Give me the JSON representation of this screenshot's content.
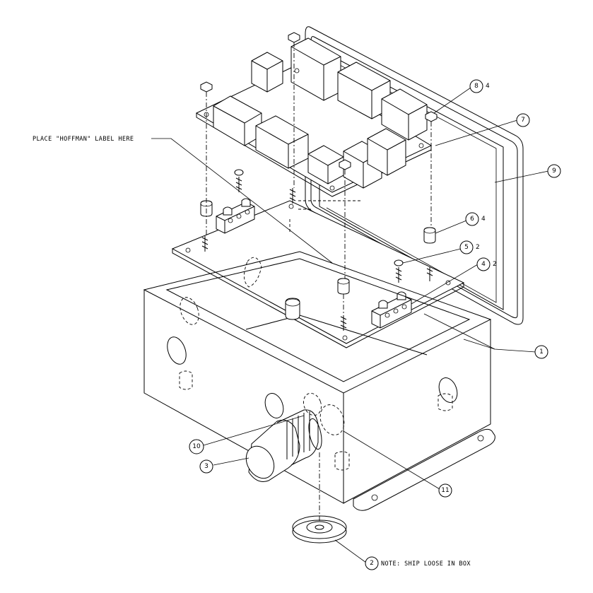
{
  "labels": {
    "hoffman_note": "PLACE \"HOFFMAN\" LABEL HERE",
    "ship_note": "NOTE: SHIP LOOSE IN BOX"
  },
  "callouts": [
    {
      "id": "c8",
      "number": "8",
      "qty": "4"
    },
    {
      "id": "c7",
      "number": "7",
      "qty": ""
    },
    {
      "id": "c9",
      "number": "9",
      "qty": ""
    },
    {
      "id": "c6",
      "number": "6",
      "qty": "4"
    },
    {
      "id": "c5",
      "number": "5",
      "qty": "2"
    },
    {
      "id": "c4",
      "number": "4",
      "qty": "2"
    },
    {
      "id": "c1",
      "number": "1",
      "qty": ""
    },
    {
      "id": "c10",
      "number": "10",
      "qty": ""
    },
    {
      "id": "c3",
      "number": "3",
      "qty": ""
    },
    {
      "id": "c11",
      "number": "11",
      "qty": ""
    },
    {
      "id": "c2",
      "number": "2",
      "qty": ""
    }
  ]
}
